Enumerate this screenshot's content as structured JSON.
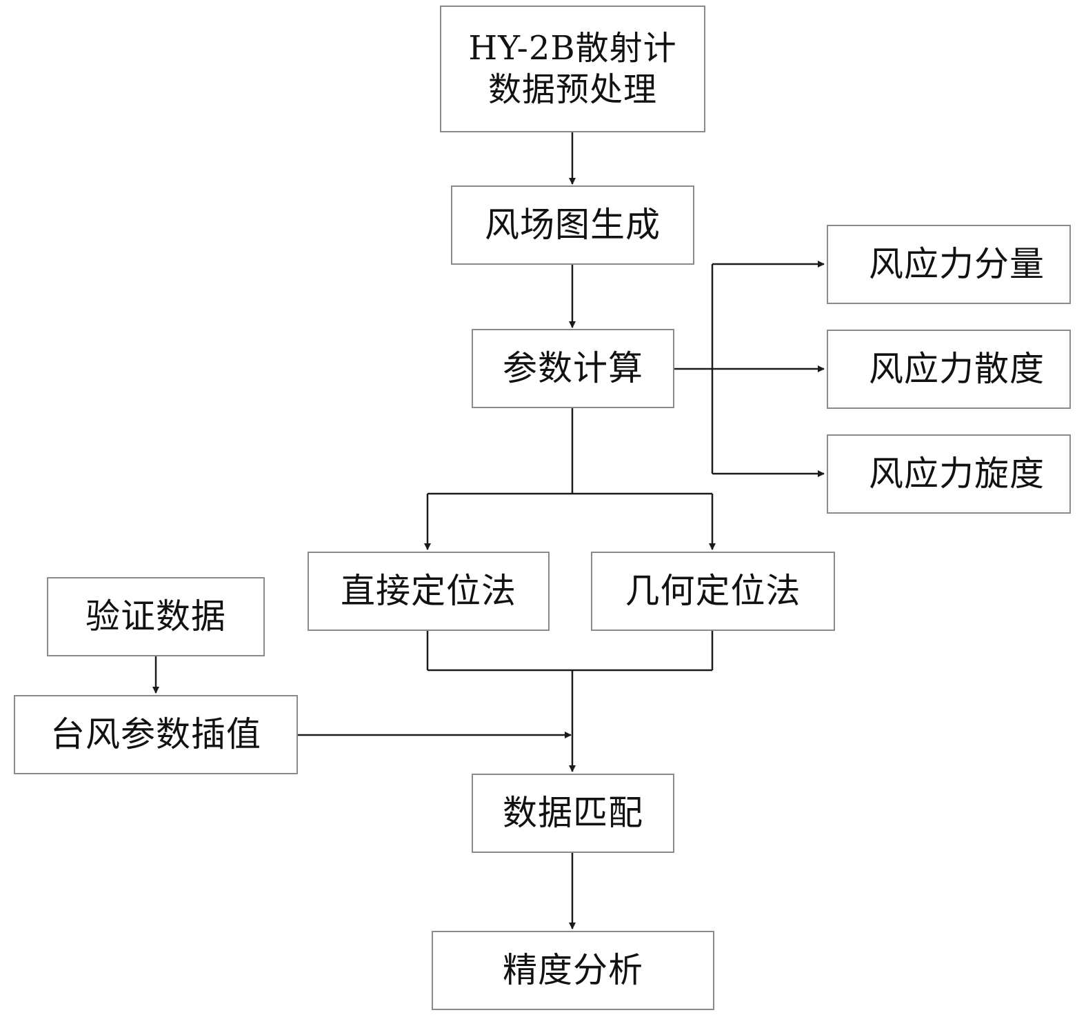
{
  "diagram": {
    "type": "flowchart",
    "colors": {
      "border": "#8a8a8a",
      "line": "#1a1a1a",
      "text": "#111111"
    },
    "nodes": {
      "preprocess": {
        "line1": "HY-2B散射计",
        "line2": "数据预处理"
      },
      "windfield": "风场图生成",
      "param_calc": "参数计算",
      "stress_component": "风应力分量",
      "stress_divergence": "风应力散度",
      "stress_curl": "风应力旋度",
      "direct_locate": "直接定位法",
      "geometric_locate": "几何定位法",
      "validation_data": "验证数据",
      "typhoon_interp": "台风参数插值",
      "data_match": "数据匹配",
      "accuracy": "精度分析"
    }
  }
}
